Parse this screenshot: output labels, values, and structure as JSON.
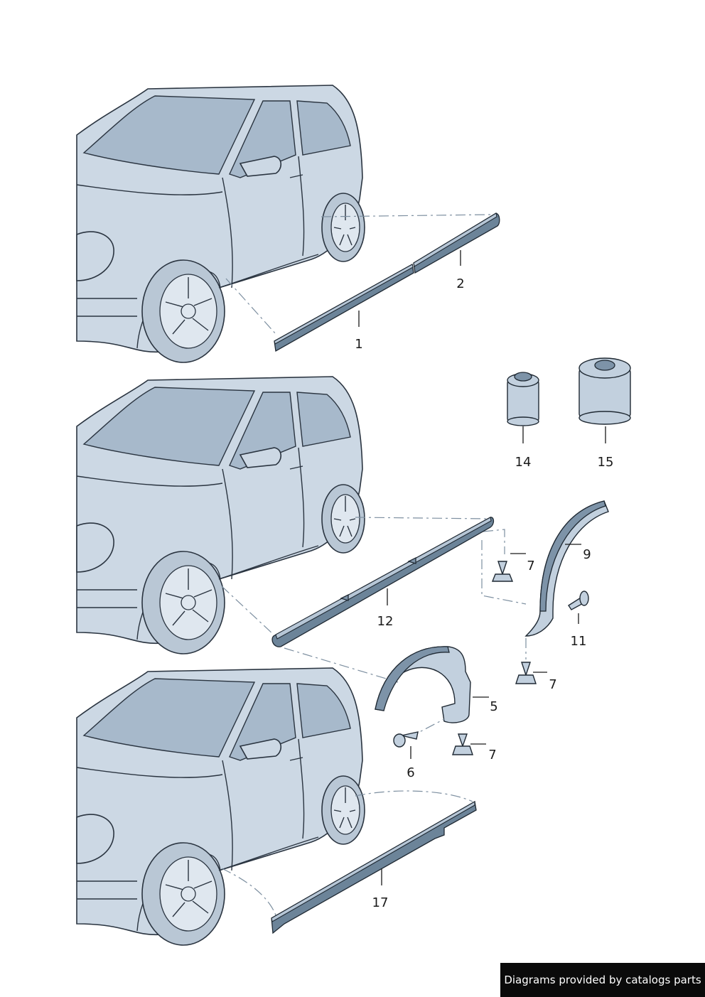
{
  "callouts": {
    "p1": "1",
    "p2": "2",
    "p5": "5",
    "p6": "6",
    "p7a": "7",
    "p7b": "7",
    "p7c": "7",
    "p9": "9",
    "p11": "11",
    "p12": "12",
    "p14": "14",
    "p15": "15",
    "p17": "17"
  },
  "watermark": "Diagrams provided by catalogs parts",
  "colors": {
    "body": "#ccd8e4",
    "glass": "#a7b9cb",
    "strip": "#6c8499",
    "outline": "#2a3440"
  }
}
